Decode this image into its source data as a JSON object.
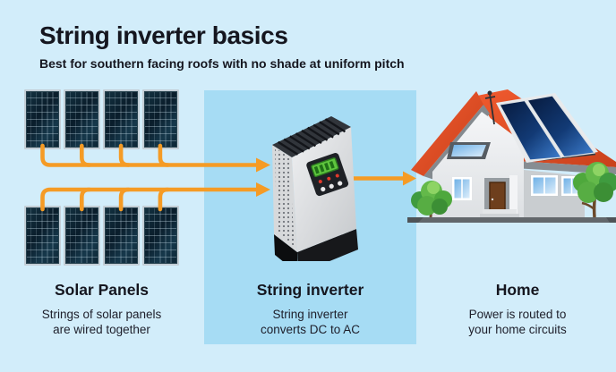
{
  "header": {
    "title": "String inverter basics",
    "subtitle": "Best for southern facing roofs with no shade at uniform pitch"
  },
  "sections": {
    "solar_panels": {
      "heading": "Solar Panels",
      "line1": "Strings of solar panels",
      "line2": "are wired together"
    },
    "string_inverter": {
      "heading": "String inverter",
      "line1": "String inverter",
      "line2": "converts DC to AC"
    },
    "home": {
      "heading": "Home",
      "line1": "Power is routed to",
      "line2": "your home circuits"
    }
  },
  "diagram": {
    "panel_rows": 2,
    "panels_per_row": 4,
    "flow": [
      "Solar Panels",
      "String inverter",
      "Home"
    ]
  },
  "colors": {
    "background": "#d2edfa",
    "inverter_band": "#a6dcf4",
    "wire_orange": "#f59b25",
    "text": "#15161f",
    "panel_navy": "#0a1d2b",
    "roof_red": "#e8502b"
  }
}
